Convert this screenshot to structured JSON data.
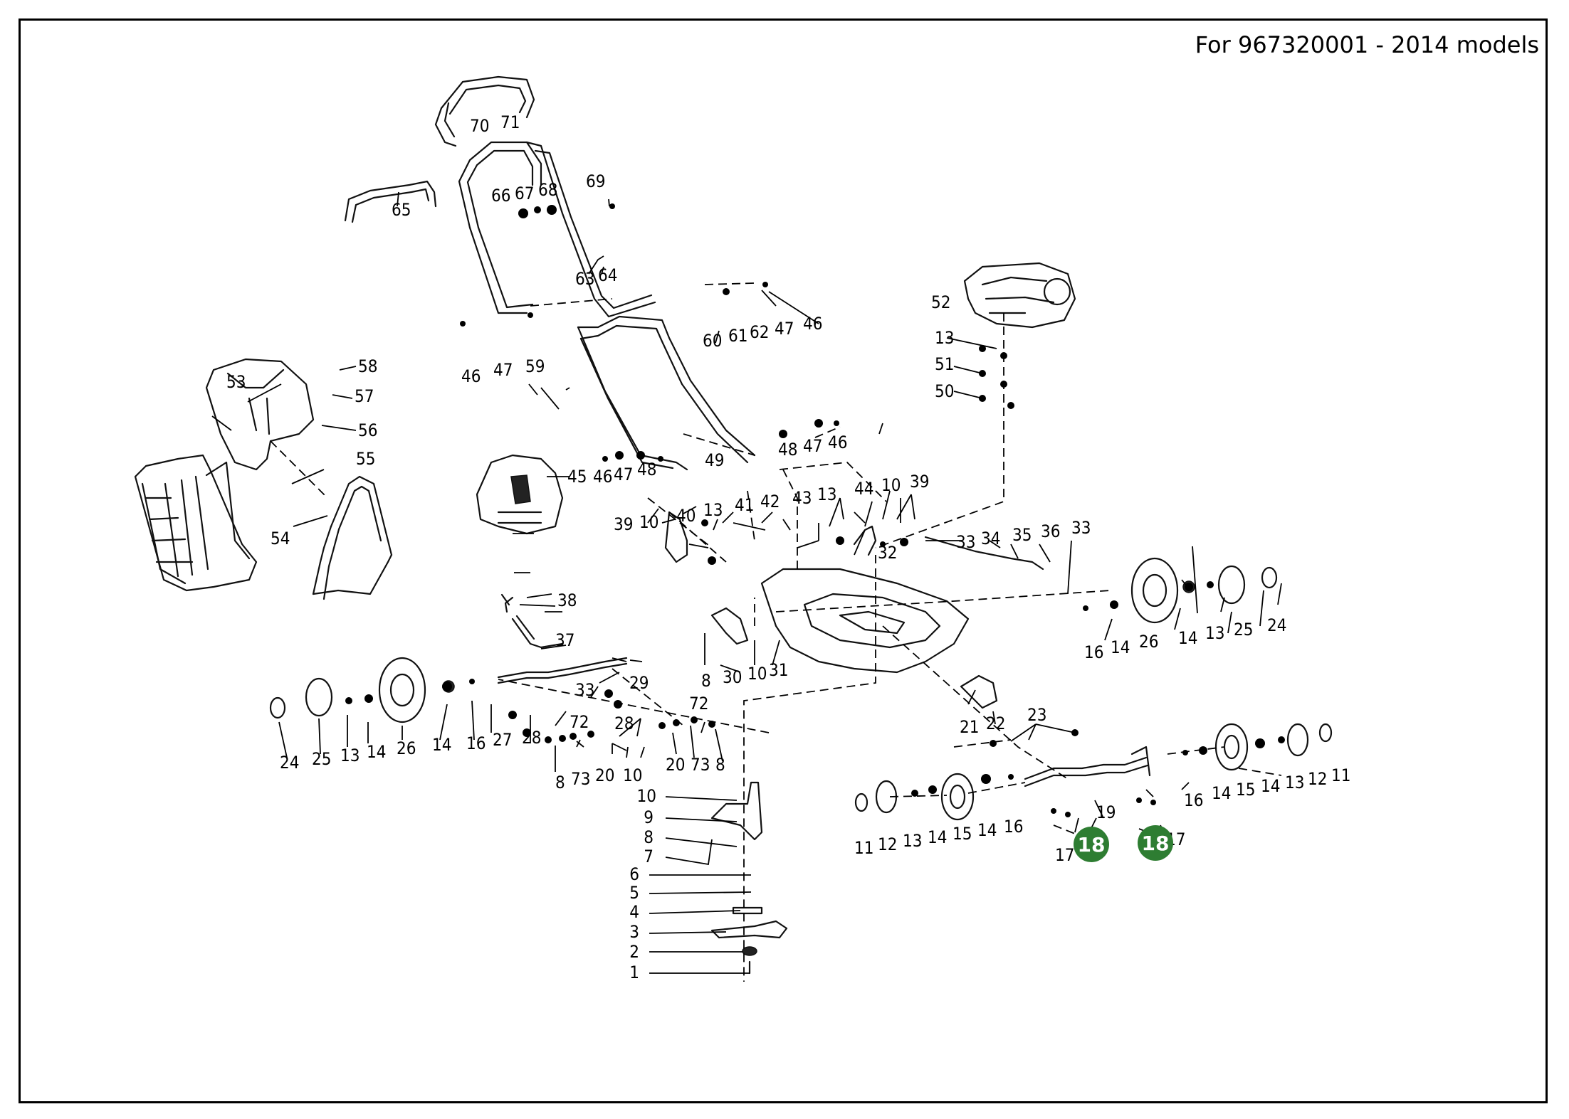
{
  "header": {
    "model_text": "For 967320001 - 2014 models"
  },
  "highlight_color": "#2e7d32",
  "parts": {
    "p1": "1",
    "p2": "2",
    "p3": "3",
    "p4": "4",
    "p5": "5",
    "p6": "6",
    "p7": "7",
    "p8": "8",
    "p9": "9",
    "p10": "10",
    "p11": "11",
    "p12": "12",
    "p13": "13",
    "p14": "14",
    "p15": "15",
    "p16": "16",
    "p17": "17",
    "p18": "18",
    "p19": "19",
    "p20": "20",
    "p21": "21",
    "p22": "22",
    "p23": "23",
    "p24": "24",
    "p25": "25",
    "p26": "26",
    "p27": "27",
    "p28": "28",
    "p29": "29",
    "p30": "30",
    "p31": "31",
    "p32": "32",
    "p33": "33",
    "p34": "34",
    "p35": "35",
    "p36": "36",
    "p37": "37",
    "p38": "38",
    "p39": "39",
    "p40": "40",
    "p41": "41",
    "p42": "42",
    "p43": "43",
    "p44": "44",
    "p45": "45",
    "p46": "46",
    "p47": "47",
    "p48": "48",
    "p49": "49",
    "p50": "50",
    "p51": "51",
    "p52": "52",
    "p53": "53",
    "p54": "54",
    "p55": "55",
    "p56": "56",
    "p57": "57",
    "p58": "58",
    "p59": "59",
    "p60": "60",
    "p61": "61",
    "p62": "62",
    "p63": "63",
    "p64": "64",
    "p65": "65",
    "p66": "66",
    "p67": "67",
    "p68": "68",
    "p69": "69",
    "p70": "70",
    "p71": "71",
    "p72": "72",
    "p73": "73"
  }
}
